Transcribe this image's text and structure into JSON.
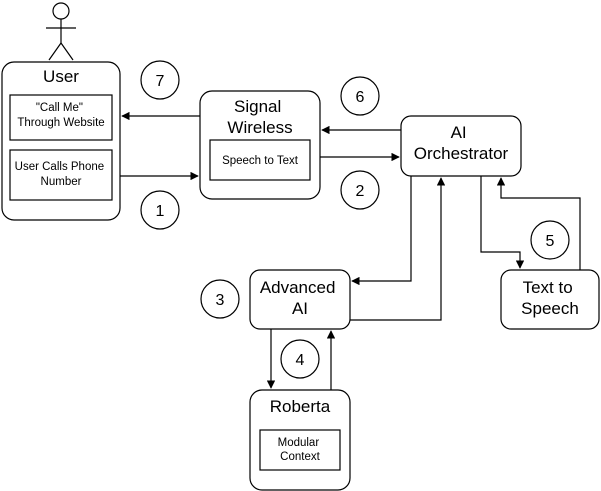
{
  "actor": {
    "name": "User"
  },
  "nodes": {
    "user": {
      "title": "User",
      "items": [
        "\"Call Me\" Through Website",
        "User Calls Phone Number"
      ]
    },
    "signal_wireless": {
      "title_lines": [
        "Signal",
        "Wireless"
      ],
      "items": [
        "Speech to Text"
      ]
    },
    "ai_orchestrator": {
      "title_lines": [
        "AI",
        "Orchestrator"
      ]
    },
    "advanced_ai": {
      "title_lines": [
        "Advanced",
        "AI"
      ]
    },
    "text_to_speech": {
      "title_lines": [
        "Text to",
        "Speech"
      ]
    },
    "roberta": {
      "title": "Roberta",
      "items": [
        "Modular Context"
      ]
    }
  },
  "steps": [
    "1",
    "2",
    "3",
    "4",
    "5",
    "6",
    "7"
  ]
}
